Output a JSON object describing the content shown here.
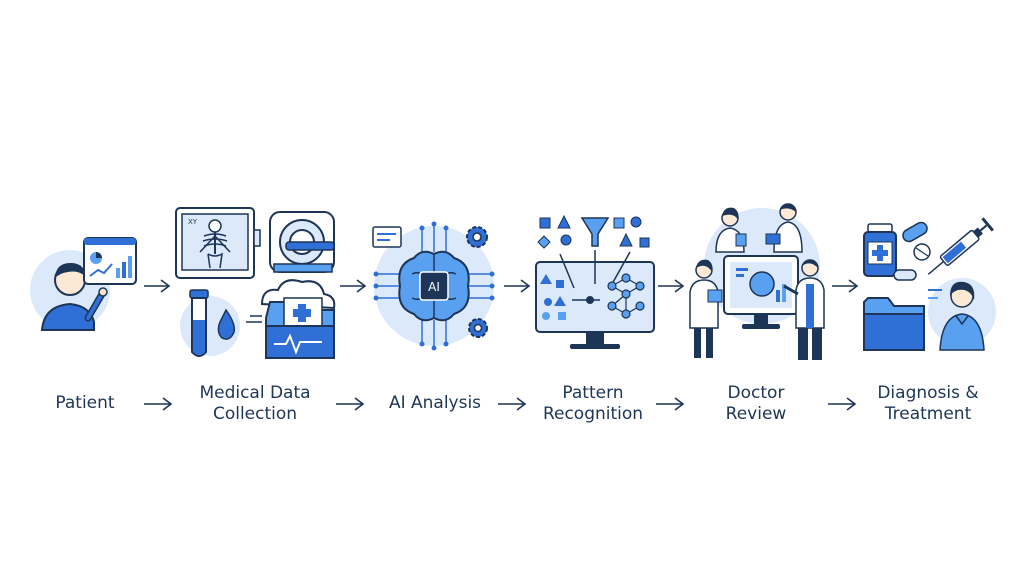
{
  "diagram": {
    "steps": [
      {
        "label_lines": [
          "Patient"
        ],
        "icon": "patient-icon"
      },
      {
        "label_lines": [
          "Medical Data",
          "Collection"
        ],
        "icon": "data-collection-icon"
      },
      {
        "label_lines": [
          "AI Analysis"
        ],
        "icon": "ai-brain-icon"
      },
      {
        "label_lines": [
          "Pattern",
          "Recognition"
        ],
        "icon": "pattern-recognition-icon"
      },
      {
        "label_lines": [
          "Doctor",
          "Review"
        ],
        "icon": "doctor-review-icon"
      },
      {
        "label_lines": [
          "Diagnosis &",
          "Treatment"
        ],
        "icon": "diagnosis-treatment-icon"
      }
    ],
    "xray_text": "XY",
    "ai_chip_text": "AI"
  },
  "colors": {
    "ink": "#1d3557",
    "primary": "#2f6fd6",
    "light": "#dbe9fb",
    "accent": "#5aa0f0"
  }
}
